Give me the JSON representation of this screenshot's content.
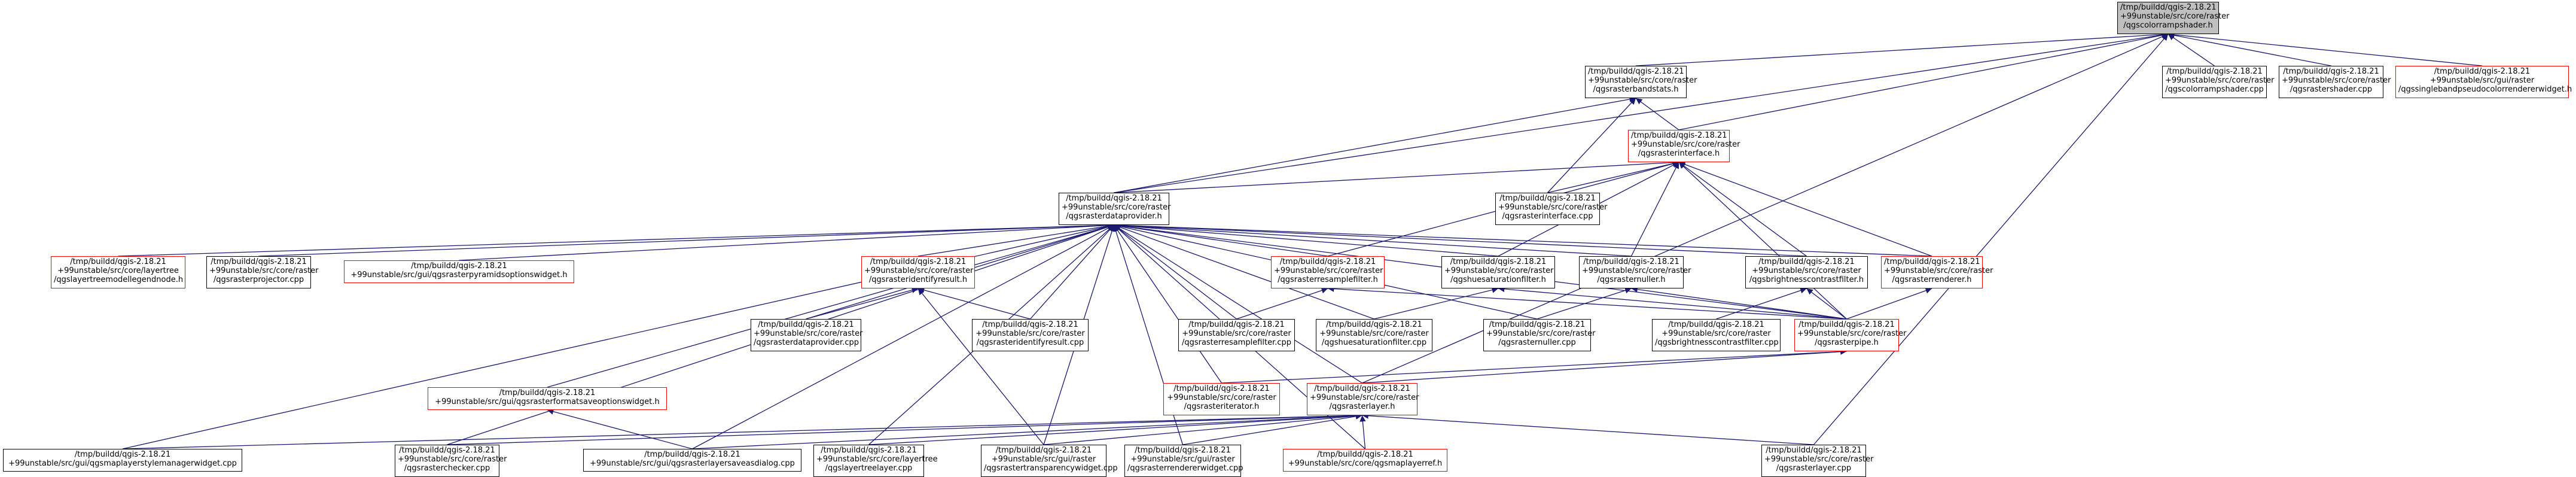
{
  "colors": {
    "edge": "#191970",
    "border_default": "#000000",
    "border_truncated": "#ff0000",
    "focus_fill": "#bfbfbf"
  },
  "nodes": [
    {
      "id": "n_shader_h",
      "lines": [
        "/tmp/buildd/qgis-2.18.21",
        "+99unstable/src/core/raster",
        "/qgscolorrampshader.h"
      ],
      "style": "focus"
    },
    {
      "id": "n_bandstats",
      "lines": [
        "/tmp/buildd/qgis-2.18.21",
        "+99unstable/src/core/raster",
        "/qgsrasterbandstats.h"
      ],
      "style": "black"
    },
    {
      "id": "n_shader_cpp",
      "lines": [
        "/tmp/buildd/qgis-2.18.21",
        "+99unstable/src/core/raster",
        "/qgscolorrampshader.cpp"
      ],
      "style": "black"
    },
    {
      "id": "n_rastershader",
      "lines": [
        "/tmp/buildd/qgis-2.18.21",
        "+99unstable/src/core/raster",
        "/qgsrastershader.cpp"
      ],
      "style": "black"
    },
    {
      "id": "n_singleband",
      "lines": [
        "/tmp/buildd/qgis-2.18.21",
        "+99unstable/src/gui/raster",
        "/qgssinglebandpseudocolorrendererwidget.h"
      ],
      "style": "red"
    },
    {
      "id": "n_interface_h",
      "lines": [
        "/tmp/buildd/qgis-2.18.21",
        "+99unstable/src/core/raster",
        "/qgsrasterinterface.h"
      ],
      "style": "red"
    },
    {
      "id": "n_dataprovider_h",
      "lines": [
        "/tmp/buildd/qgis-2.18.21",
        "+99unstable/src/core/raster",
        "/qgsrasterdataprovider.h"
      ],
      "style": "black"
    },
    {
      "id": "n_interface_cpp",
      "lines": [
        "/tmp/buildd/qgis-2.18.21",
        "+99unstable/src/core/raster",
        "/qgsrasterinterface.cpp"
      ],
      "style": "black"
    },
    {
      "id": "n_treemodel",
      "lines": [
        "/tmp/buildd/qgis-2.18.21",
        "+99unstable/src/core/layertree",
        "/qgslayertreemodellegendnode.h"
      ],
      "style": "red"
    },
    {
      "id": "n_projector",
      "lines": [
        "/tmp/buildd/qgis-2.18.21",
        "+99unstable/src/core/raster",
        "/qgsrasterprojector.cpp"
      ],
      "style": "black"
    },
    {
      "id": "n_pyramids",
      "lines": [
        "/tmp/buildd/qgis-2.18.21",
        "+99unstable/src/gui/qgsrasterpyramidsoptionswidget.h"
      ],
      "style": "red"
    },
    {
      "id": "n_identify_h",
      "lines": [
        "/tmp/buildd/qgis-2.18.21",
        "+99unstable/src/core/raster",
        "/qgsrasteridentifyresult.h"
      ],
      "style": "red"
    },
    {
      "id": "n_resample_h",
      "lines": [
        "/tmp/buildd/qgis-2.18.21",
        "+99unstable/src/core/raster",
        "/qgsrasterresamplefilter.h"
      ],
      "style": "red"
    },
    {
      "id": "n_huesat_h",
      "lines": [
        "/tmp/buildd/qgis-2.18.21",
        "+99unstable/src/core/raster",
        "/qgshuesaturationfilter.h"
      ],
      "style": "black"
    },
    {
      "id": "n_nuller_h",
      "lines": [
        "/tmp/buildd/qgis-2.18.21",
        "+99unstable/src/core/raster",
        "/qgsrasternuller.h"
      ],
      "style": "black"
    },
    {
      "id": "n_brightness_h",
      "lines": [
        "/tmp/buildd/qgis-2.18.21",
        "+99unstable/src/core/raster",
        "/qgsbrightnesscontrastfilter.h"
      ],
      "style": "black"
    },
    {
      "id": "n_renderer_h",
      "lines": [
        "/tmp/buildd/qgis-2.18.21",
        "+99unstable/src/core/raster",
        "/qgsrasterrenderer.h"
      ],
      "style": "red"
    },
    {
      "id": "n_dataprovider_cpp",
      "lines": [
        "/tmp/buildd/qgis-2.18.21",
        "+99unstable/src/core/raster",
        "/qgsrasterdataprovider.cpp"
      ],
      "style": "black"
    },
    {
      "id": "n_identify_cpp",
      "lines": [
        "/tmp/buildd/qgis-2.18.21",
        "+99unstable/src/core/raster",
        "/qgsrasteridentifyresult.cpp"
      ],
      "style": "black"
    },
    {
      "id": "n_resample_cpp",
      "lines": [
        "/tmp/buildd/qgis-2.18.21",
        "+99unstable/src/core/raster",
        "/qgsrasterresamplefilter.cpp"
      ],
      "style": "black"
    },
    {
      "id": "n_huesat_cpp",
      "lines": [
        "/tmp/buildd/qgis-2.18.21",
        "+99unstable/src/core/raster",
        "/qgshuesaturationfilter.cpp"
      ],
      "style": "black"
    },
    {
      "id": "n_nuller_cpp",
      "lines": [
        "/tmp/buildd/qgis-2.18.21",
        "+99unstable/src/core/raster",
        "/qgsrasternuller.cpp"
      ],
      "style": "black"
    },
    {
      "id": "n_brightness_cpp",
      "lines": [
        "/tmp/buildd/qgis-2.18.21",
        "+99unstable/src/core/raster",
        "/qgsbrightnesscontrastfilter.cpp"
      ],
      "style": "black"
    },
    {
      "id": "n_pipe_h",
      "lines": [
        "/tmp/buildd/qgis-2.18.21",
        "+99unstable/src/core/raster",
        "/qgsrasterpipe.h"
      ],
      "style": "red"
    },
    {
      "id": "n_formatsave",
      "lines": [
        "/tmp/buildd/qgis-2.18.21",
        "+99unstable/src/gui/qgsrasterformatsaveoptionswidget.h"
      ],
      "style": "red"
    },
    {
      "id": "n_fileiter",
      "lines": [
        "/tmp/buildd/qgis-2.18.21",
        "+99unstable/src/core/raster",
        "/qgsrasteriterator.h"
      ],
      "style": "red"
    },
    {
      "id": "n_layer_h",
      "lines": [
        "/tmp/buildd/qgis-2.18.21",
        "+99unstable/src/core/raster",
        "/qgsrasterlayer.h"
      ],
      "style": "red"
    },
    {
      "id": "n_stylemgr",
      "lines": [
        "/tmp/buildd/qgis-2.18.21",
        "+99unstable/src/gui/qgsmaplayerstylemanagerwidget.cpp"
      ],
      "style": "black"
    },
    {
      "id": "n_checker",
      "lines": [
        "/tmp/buildd/qgis-2.18.21",
        "+99unstable/src/core/raster",
        "/qgsrasterchecker.cpp"
      ],
      "style": "black"
    },
    {
      "id": "n_saveas",
      "lines": [
        "/tmp/buildd/qgis-2.18.21",
        "+99unstable/src/gui/qgsrasterlayersaveasdialog.cpp"
      ],
      "style": "black"
    },
    {
      "id": "n_treelayer",
      "lines": [
        "/tmp/buildd/qgis-2.18.21",
        "+99unstable/src/core/layertree",
        "/qgslayertreelayer.cpp"
      ],
      "style": "black"
    },
    {
      "id": "n_transparency",
      "lines": [
        "/tmp/buildd/qgis-2.18.21",
        "+99unstable/src/gui/raster",
        "/qgsrastertransparencywidget.cpp"
      ],
      "style": "black"
    },
    {
      "id": "n_rendererwidget",
      "lines": [
        "/tmp/buildd/qgis-2.18.21",
        "+99unstable/src/gui/raster",
        "/qgsrasterrendererwidget.cpp"
      ],
      "style": "black"
    },
    {
      "id": "n_maplayerref",
      "lines": [
        "/tmp/buildd/qgis-2.18.21",
        "+99unstable/src/core/qgsmaplayerref.h"
      ],
      "style": "red"
    },
    {
      "id": "n_layer_cpp",
      "lines": [
        "/tmp/buildd/qgis-2.18.21",
        "+99unstable/src/core/raster",
        "/qgsrasterlayer.cpp"
      ],
      "style": "black"
    }
  ]
}
